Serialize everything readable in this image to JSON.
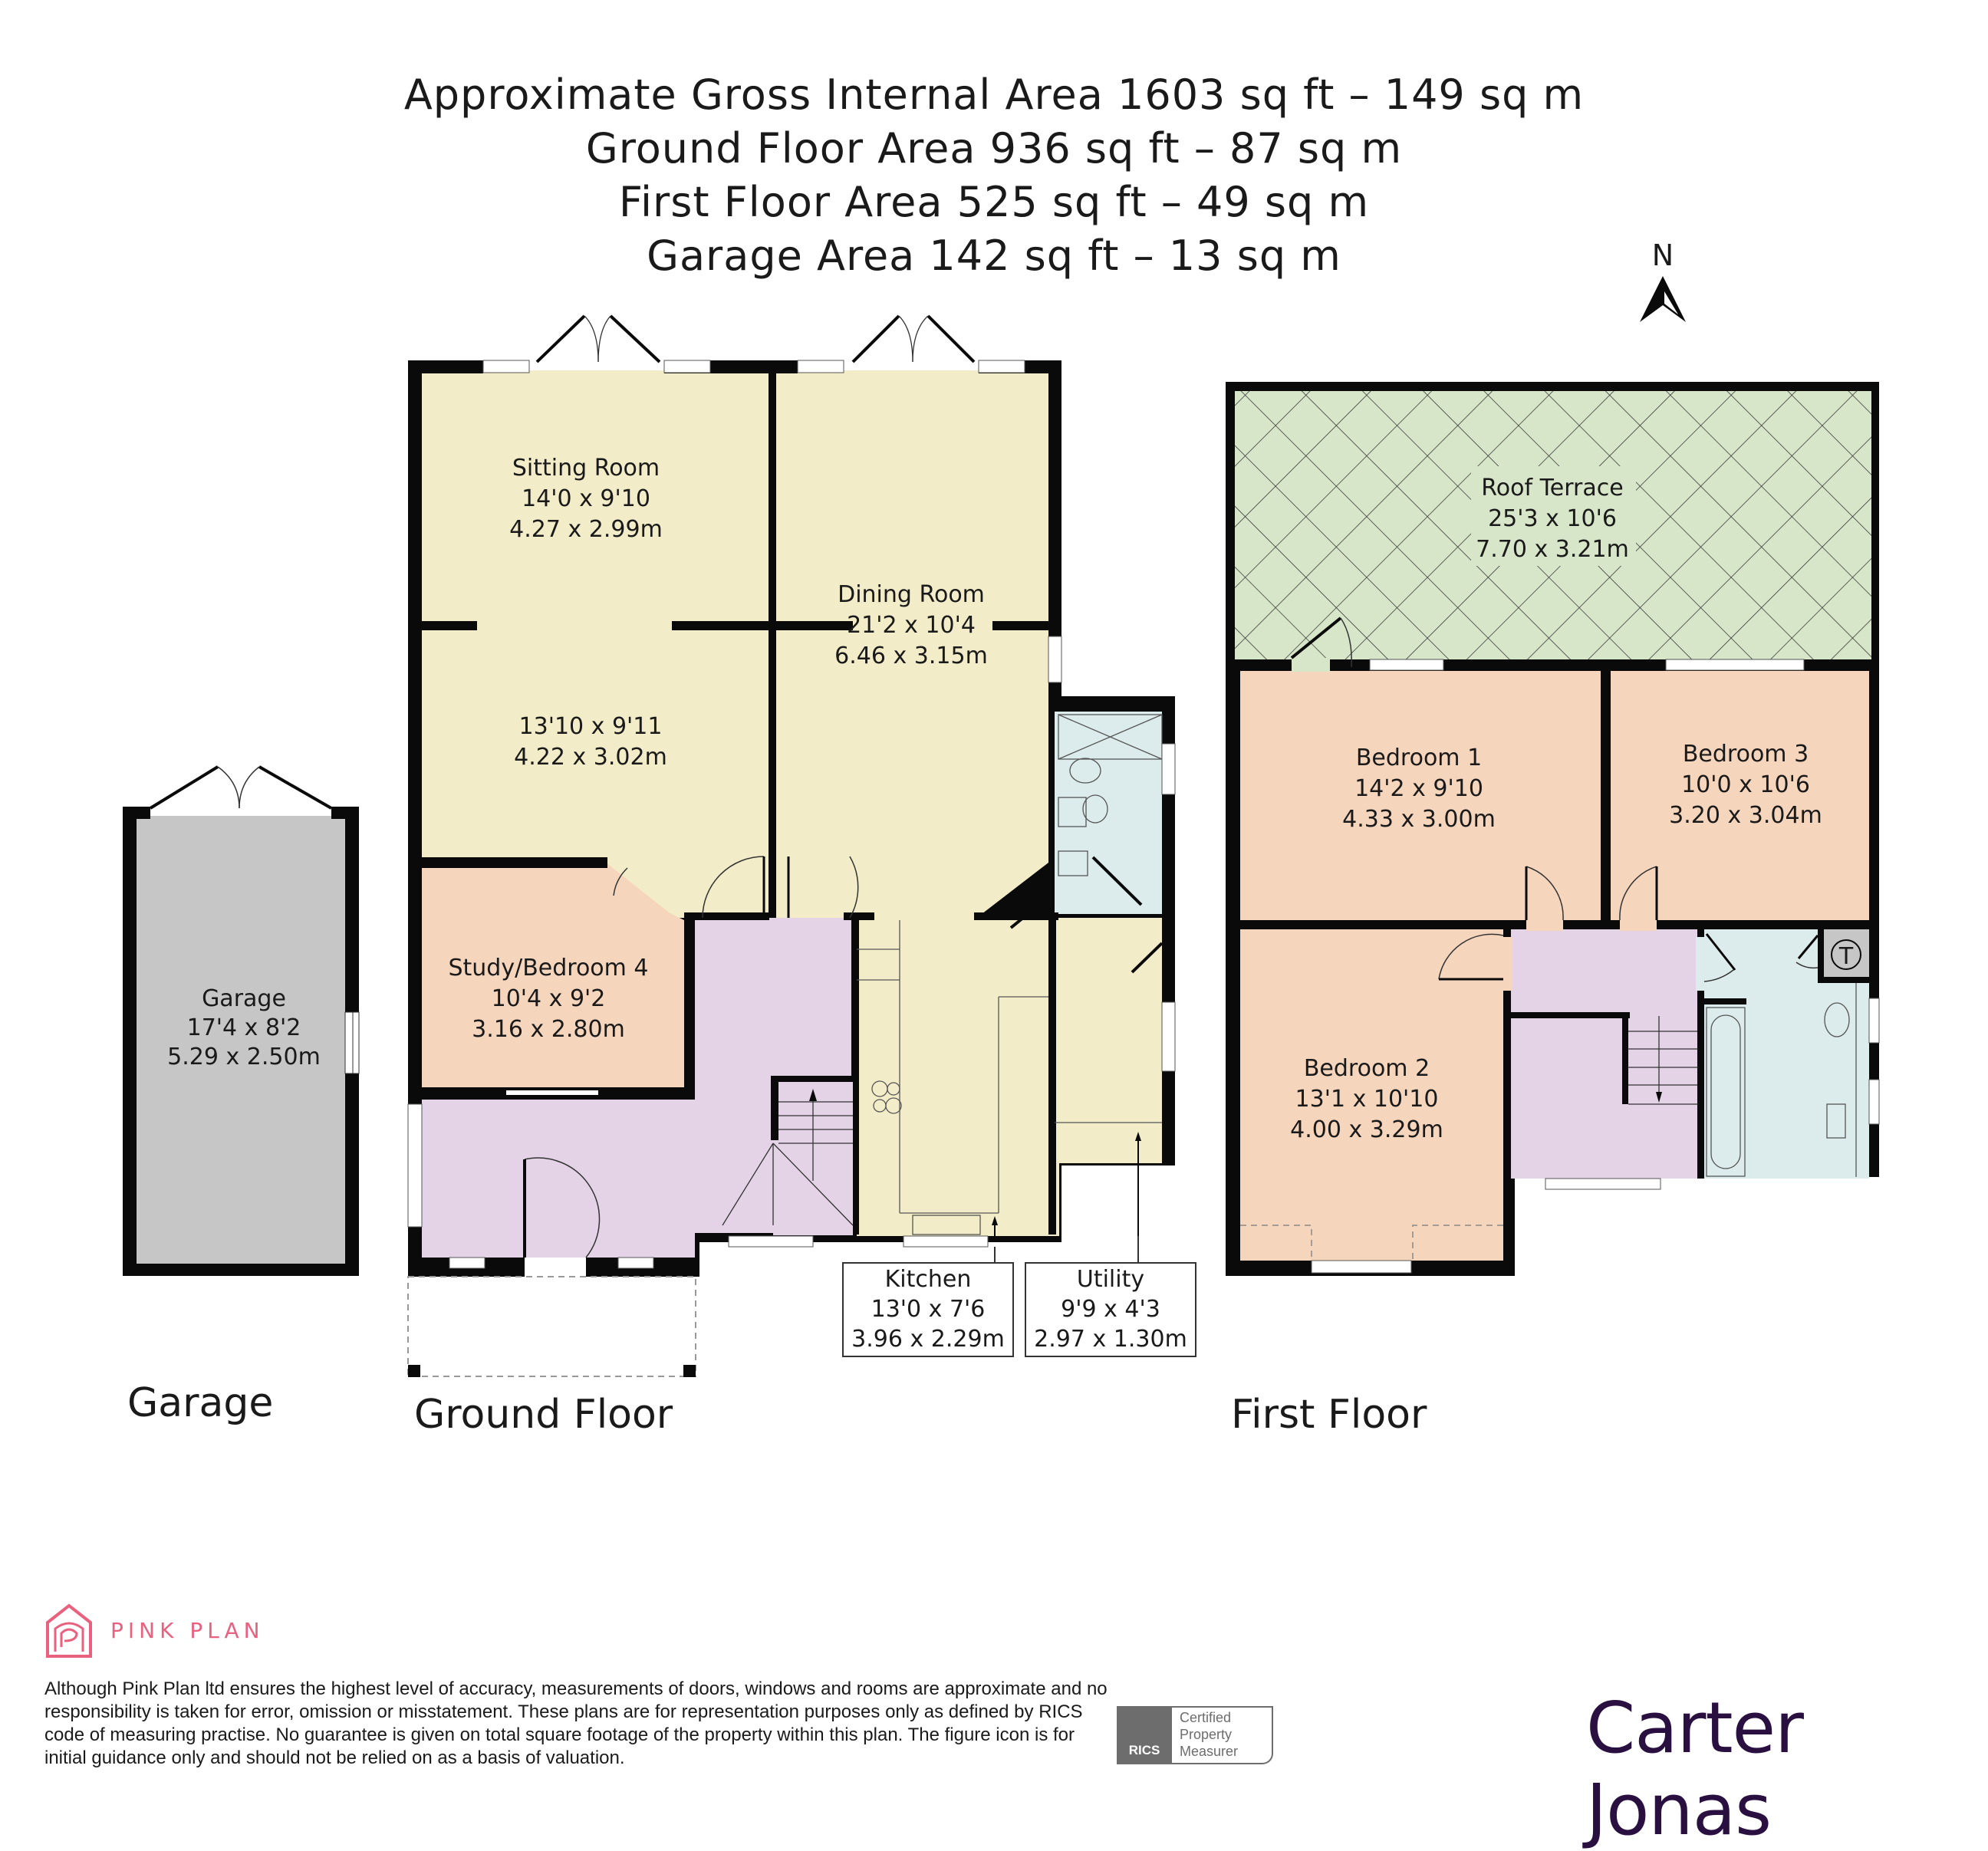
{
  "header": {
    "lines": [
      "Approximate Gross Internal Area 1603 sq ft – 149 sq m",
      "Ground Floor Area 936 sq ft – 87 sq m",
      "First Floor Area 525 sq ft – 49 sq m",
      "Garage Area 142 sq ft – 13 sq m"
    ]
  },
  "compass": {
    "label": "N"
  },
  "colors": {
    "wall": "#0a0a0a",
    "living": "#f3ecc8",
    "bedroom": "#f6d5bd",
    "hall": "#e4d3e6",
    "wet": "#dcebeb",
    "garage": "#c6c6c6",
    "terrace": "#d7e5c9",
    "pink": "#e8627f",
    "carter": "#2a1040"
  },
  "floors": {
    "garage_label": "Garage",
    "ground_label": "Ground Floor",
    "first_label": "First Floor"
  },
  "rooms": {
    "garage": {
      "name": "Garage",
      "imperial": "17'4 x 8'2",
      "metric": "5.29 x 2.50m"
    },
    "sitting": {
      "name": "Sitting Room",
      "imperial": "14'0 x 9'10",
      "metric": "4.27 x 2.99m"
    },
    "sitting2": {
      "imperial": "13'10 x 9'11",
      "metric": "4.22 x 3.02m"
    },
    "dining": {
      "name": "Dining Room",
      "imperial": "21'2 x 10'4",
      "metric": "6.46 x 3.15m"
    },
    "study": {
      "name": "Study/Bedroom 4",
      "imperial": "10'4 x 9'2",
      "metric": "3.16 x 2.80m"
    },
    "kitchen": {
      "name": "Kitchen",
      "imperial": "13'0 x 7'6",
      "metric": "3.96 x 2.29m"
    },
    "utility": {
      "name": "Utility",
      "imperial": "9'9 x 4'3",
      "metric": "2.97 x 1.30m"
    },
    "terrace": {
      "name": "Roof Terrace",
      "imperial": "25'3 x 10'6",
      "metric": "7.70 x 3.21m"
    },
    "bed1": {
      "name": "Bedroom 1",
      "imperial": "14'2 x 9'10",
      "metric": "4.33 x 3.00m"
    },
    "bed3": {
      "name": "Bedroom 3",
      "imperial": "10'0 x 10'6",
      "metric": "3.20 x 3.04m"
    },
    "bed2": {
      "name": "Bedroom 2",
      "imperial": "13'1 x 10'10",
      "metric": "4.00 x 3.29m"
    },
    "cupboard": {
      "symbol": "T"
    }
  },
  "footer": {
    "brand": "PINK PLAN",
    "disclaimer": "Although Pink Plan ltd ensures the highest level of accuracy, measurements of doors, windows and rooms are approximate and no responsibility is taken for error, omission or misstatement. These plans are for representation purposes only as defined by RICS code of measuring practise. No guarantee is given on total square footage of the property within this plan. The figure icon is for initial guidance only and should not be relied on as a basis of valuation.",
    "rics_badge": {
      "org": "RICS",
      "line1": "Certified",
      "line2": "Property",
      "line3": "Measurer"
    },
    "agent": "Carter Jonas"
  }
}
